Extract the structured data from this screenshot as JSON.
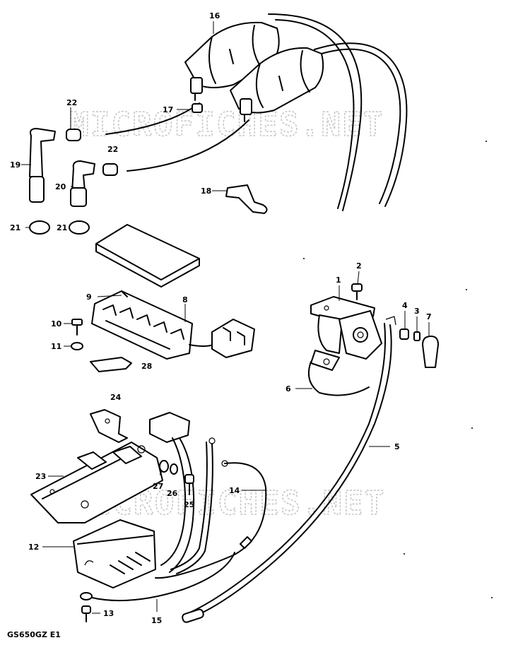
{
  "watermark": "MICROFICHES.NET",
  "footer": "GS650GZ E1",
  "parts": [
    {
      "number": "16"
    },
    {
      "number": "17"
    },
    {
      "number": "22"
    },
    {
      "number": "22"
    },
    {
      "number": "19"
    },
    {
      "number": "20"
    },
    {
      "number": "18"
    },
    {
      "number": "21"
    },
    {
      "number": "21"
    },
    {
      "number": "9"
    },
    {
      "number": "8"
    },
    {
      "number": "10"
    },
    {
      "number": "11"
    },
    {
      "number": "28"
    },
    {
      "number": "1"
    },
    {
      "number": "2"
    },
    {
      "number": "4"
    },
    {
      "number": "3"
    },
    {
      "number": "7"
    },
    {
      "number": "6"
    },
    {
      "number": "5"
    },
    {
      "number": "24"
    },
    {
      "number": "23"
    },
    {
      "number": "27"
    },
    {
      "number": "26"
    },
    {
      "number": "25"
    },
    {
      "number": "14"
    },
    {
      "number": "12"
    },
    {
      "number": "13"
    },
    {
      "number": "15"
    }
  ]
}
